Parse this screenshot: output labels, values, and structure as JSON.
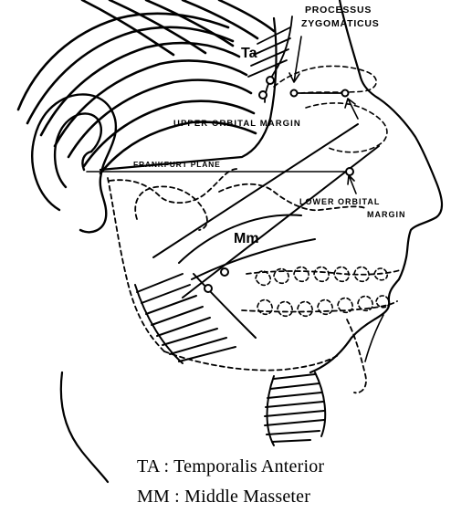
{
  "labels": {
    "processus_line1": "PROCESSUS",
    "processus_line2": "ZYGOMATICUS",
    "ta": "Ta",
    "upper_orbital_margin": "UPPER ORBITAL MARGIN",
    "frankfurt_plane": "FRANKFURT PLANE",
    "lower_orbital_line1": "LOWER ORBITAL",
    "lower_orbital_line2": "MARGIN",
    "mm": "Mm"
  },
  "legend": {
    "ta": "TA : Temporalis Anterior",
    "mm": "MM : Middle Masseter"
  }
}
